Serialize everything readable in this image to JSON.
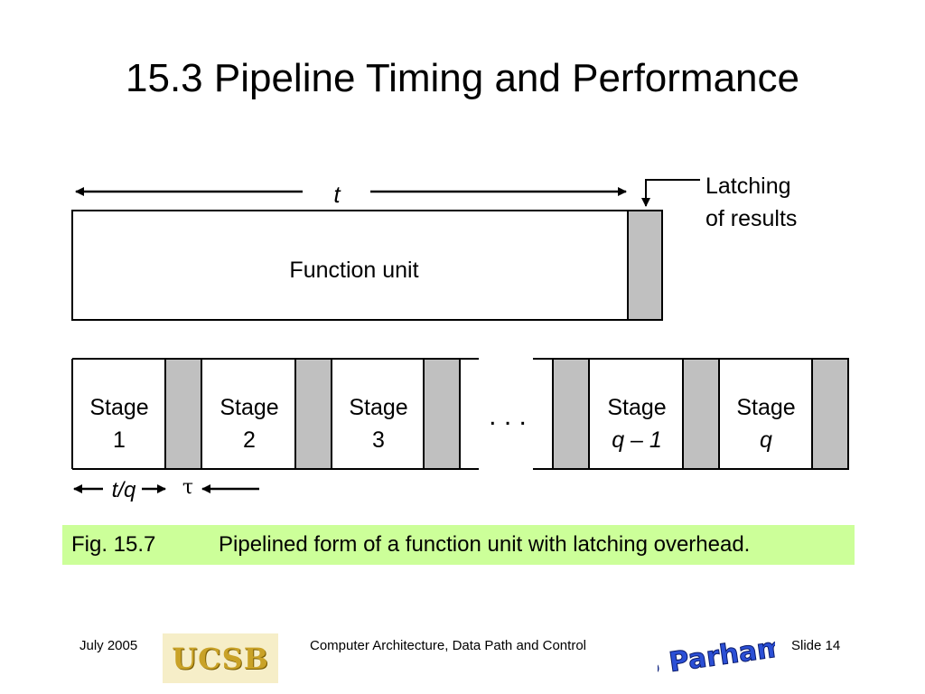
{
  "slide": {
    "title": "15.3  Pipeline Timing and Performance"
  },
  "diagram": {
    "t_label": "t",
    "latching_line1": "Latching",
    "latching_line2": "of results",
    "function_unit": "Function unit",
    "stage_word": "Stage",
    "stages": [
      {
        "line2": "1"
      },
      {
        "line2": "2"
      },
      {
        "line2": "3"
      },
      {
        "line2": "q – 1"
      },
      {
        "line2": "q"
      }
    ],
    "ellipsis": ". . .",
    "tq_label": "t/q",
    "tau_label": "τ"
  },
  "caption": {
    "number": "Fig. 15.7",
    "text": "Pipelined form of a function unit with latching overhead.",
    "bg_color": "#ccff99"
  },
  "footer": {
    "date": "July 2005",
    "logo_text": "UCSB",
    "course": "Computer Architecture, Data Path and Control",
    "signature": "B Parhami",
    "slide": "Slide 14"
  }
}
